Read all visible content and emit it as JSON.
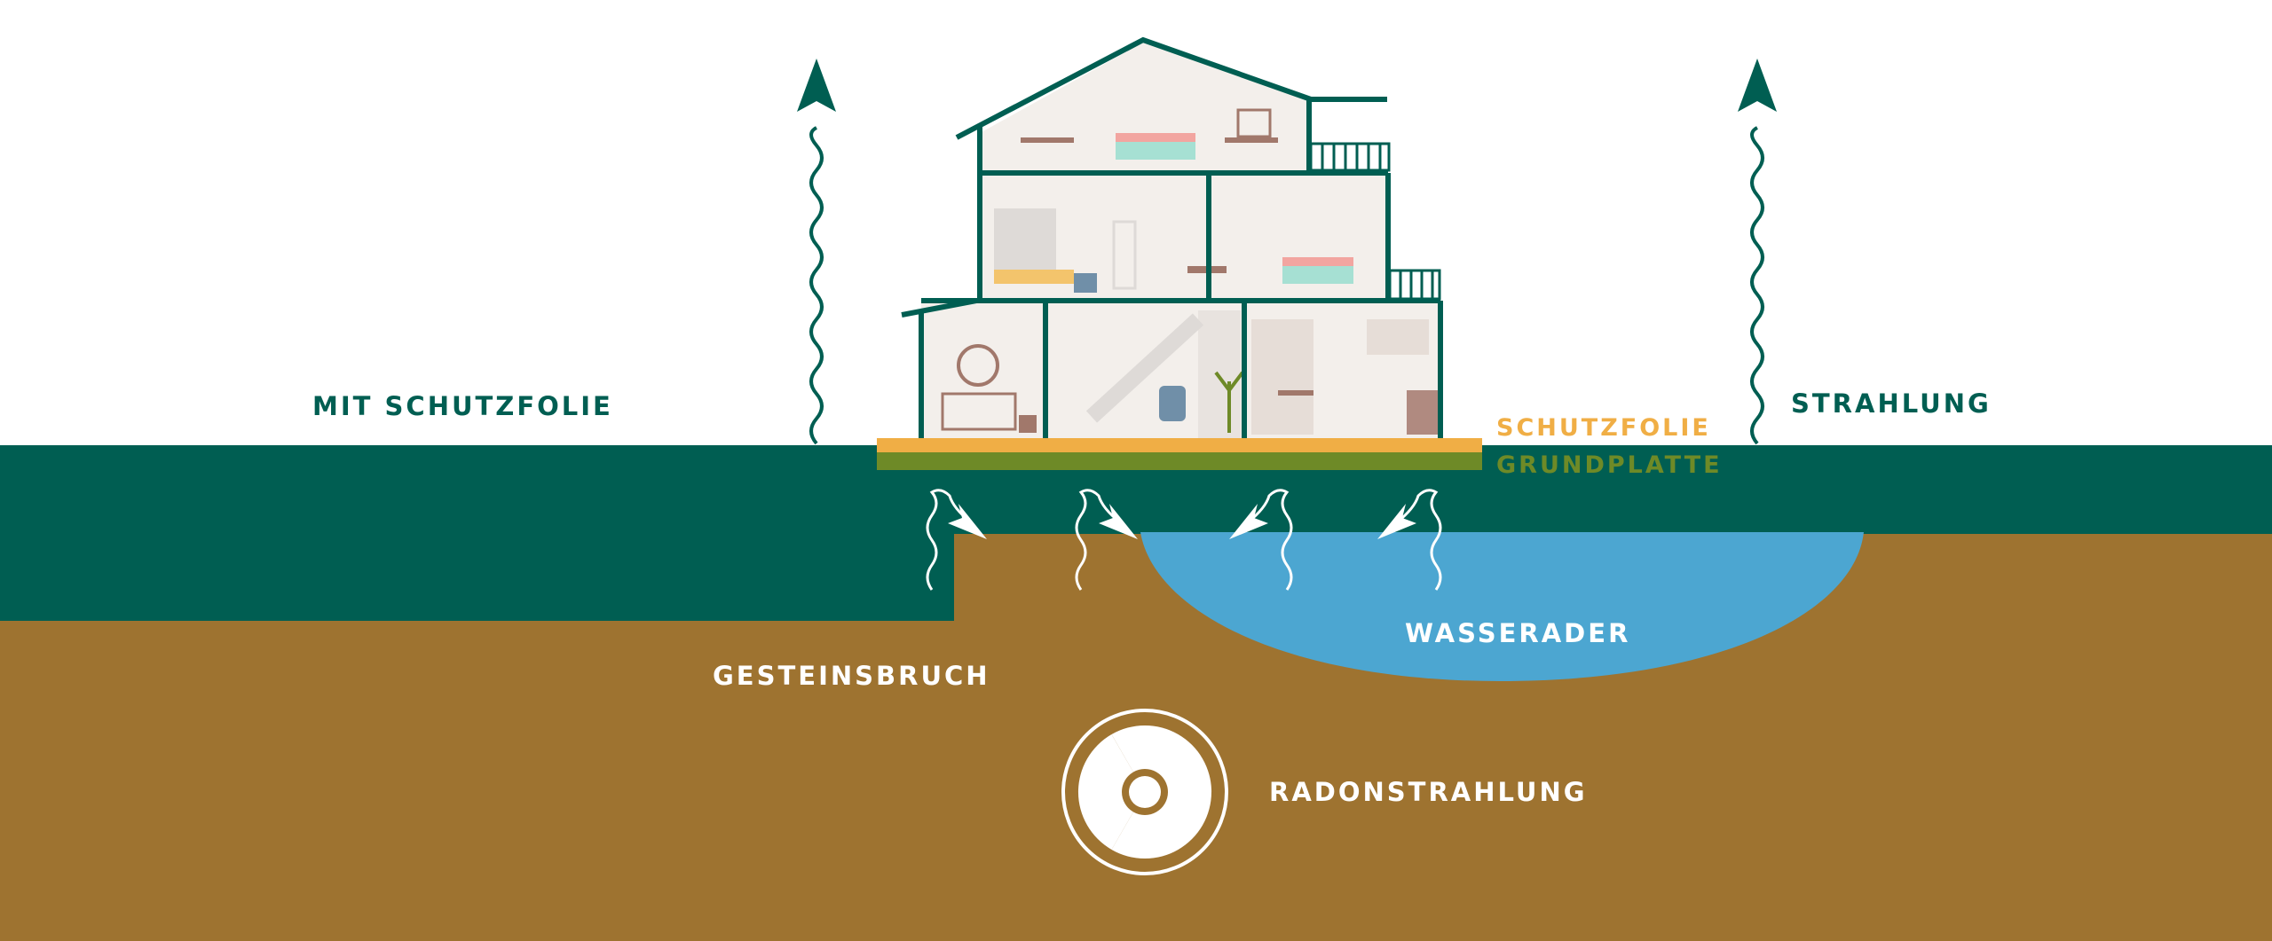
{
  "labels": {
    "mit_schutzfolie": "MIT SCHUTZFOLIE",
    "strahlung": "STRAHLUNG",
    "schutzfolie": "SCHUTZFOLIE",
    "grundplatte": "GRUNDPLATTE",
    "gesteinsbruch": "GESTEINSBRUCH",
    "wasserader": "WASSERADER",
    "radonstrahlung": "RADONSTRAHLUNG"
  },
  "colors": {
    "dark_green": "#005E52",
    "soil": "#9E7330",
    "water": "#4CA6D1",
    "foil_orange": "#F0AE45",
    "plate_olive": "#6E8A27",
    "interior": "#F3EFEB",
    "label_white": "#FFFFFF"
  },
  "icons": {
    "radiation": "radiation-trefoil-icon",
    "arrow_up": "wavy-arrow-up-icon",
    "arrow_in": "wavy-arrow-inward-icon"
  }
}
